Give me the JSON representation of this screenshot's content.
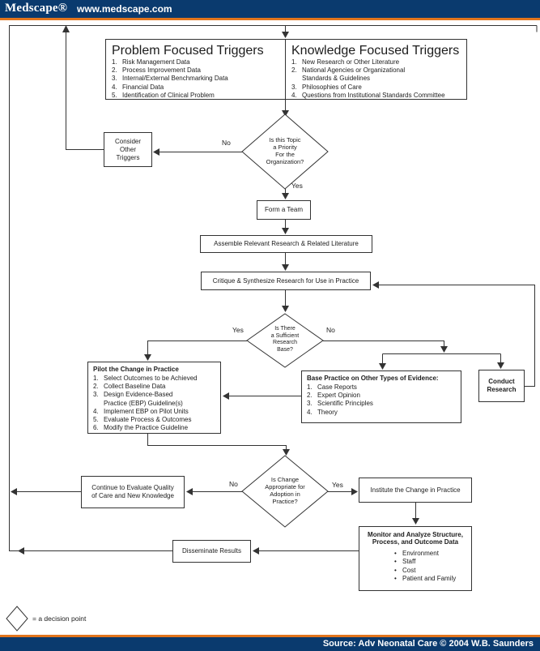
{
  "header": {
    "logo": "Medscape®",
    "url": "www.medscape.com"
  },
  "footer": {
    "source": "Source: Adv Neonatal Care © 2004 W.B. Saunders"
  },
  "labels": {
    "yes": "Yes",
    "no": "No"
  },
  "bullet": "•",
  "legend": {
    "label": "=  a decision point"
  },
  "colors": {
    "navy": "#0a3a6e",
    "orange": "#e2751d",
    "line": "#333333"
  },
  "flowchart": {
    "problem_triggers": {
      "title": "Problem Focused Triggers",
      "items": [
        {
          "n": "1.",
          "text": "Risk Management Data"
        },
        {
          "n": "2.",
          "text": "Process Improvement Data"
        },
        {
          "n": "3.",
          "text": "Internal/External Benchmarking Data"
        },
        {
          "n": "4.",
          "text": "Financial Data"
        },
        {
          "n": "5.",
          "text": "Identification of Clinical Problem"
        }
      ]
    },
    "knowledge_triggers": {
      "title": "Knowledge Focused Triggers",
      "items": [
        {
          "n": "1.",
          "text": "New Research or Other Literature"
        },
        {
          "n": "2.",
          "text": "National Agencies or Organizational\nStandards & Guidelines"
        },
        {
          "n": "3.",
          "text": "Philosophies of Care"
        },
        {
          "n": "4.",
          "text": "Questions from Institutional Standards Committee"
        }
      ]
    },
    "consider_other_triggers": "Consider\nOther\nTriggers",
    "decision_priority": "Is this Topic\na Priority\nFor the\nOrganization?",
    "form_team": "Form a Team",
    "assemble": "Assemble Relevant Research & Related Literature",
    "critique": "Critique & Synthesize Research for Use in Practice",
    "decision_research_base": "Is There\na Sufficient\nResearch\nBase?",
    "pilot": {
      "title": "Pilot the Change in Practice",
      "items": [
        {
          "n": "1.",
          "text": "Select Outcomes to be Achieved"
        },
        {
          "n": "2.",
          "text": "Collect Baseline Data"
        },
        {
          "n": "3.",
          "text": "Design Evidence-Based\nPractice (EBP) Guideline(s)"
        },
        {
          "n": "4.",
          "text": "Implement EBP on Pilot Units"
        },
        {
          "n": "5.",
          "text": "Evaluate Process & Outcomes"
        },
        {
          "n": "6.",
          "text": "Modify the Practice Guideline"
        }
      ]
    },
    "base_practice": {
      "title": "Base Practice on Other Types of Evidence:",
      "items": [
        {
          "n": "1.",
          "text": "Case Reports"
        },
        {
          "n": "2.",
          "text": "Expert Opinion"
        },
        {
          "n": "3.",
          "text": "Scientific Principles"
        },
        {
          "n": "4.",
          "text": "Theory"
        }
      ]
    },
    "conduct_research": "Conduct\nResearch",
    "decision_adoption": "Is Change\nAppropriate for\nAdoption in\nPractice?",
    "continue_evaluate": "Continue to Evaluate Quality\nof Care and New Knowledge",
    "institute_change": "Institute the Change in Practice",
    "monitor": {
      "title": "Monitor and Analyze Structure,\nProcess, and Outcome Data",
      "items": [
        "Environment",
        "Staff",
        "Cost",
        "Patient and Family"
      ]
    },
    "disseminate": "Disseminate Results"
  }
}
